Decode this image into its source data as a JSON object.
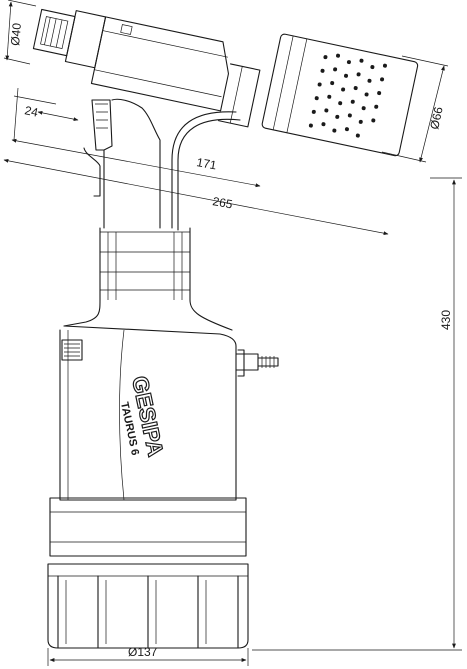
{
  "dimensions": {
    "d40": "Ø40",
    "d24": "24",
    "d66": "Ø66",
    "d171": "171",
    "d265": "265",
    "d430": "430",
    "d137": "Ø137"
  },
  "label": {
    "brand": "GESIPA",
    "model": "TAURUS 6"
  },
  "colors": {
    "line": "#1a1a1a",
    "background": "#ffffff"
  }
}
